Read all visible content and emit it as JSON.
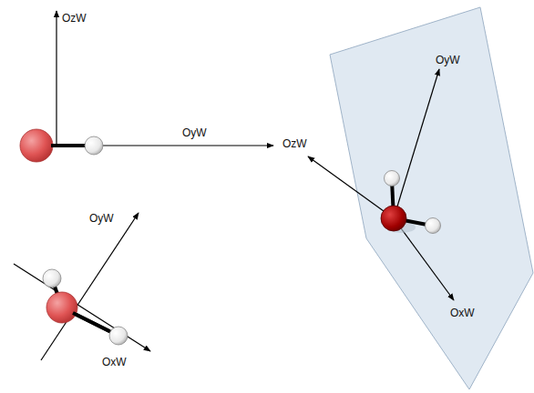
{
  "diagram": {
    "labels": [
      "OzW",
      "OyW",
      "OyW",
      "OxW",
      "OyW",
      "OzW",
      "OxW"
    ]
  }
}
